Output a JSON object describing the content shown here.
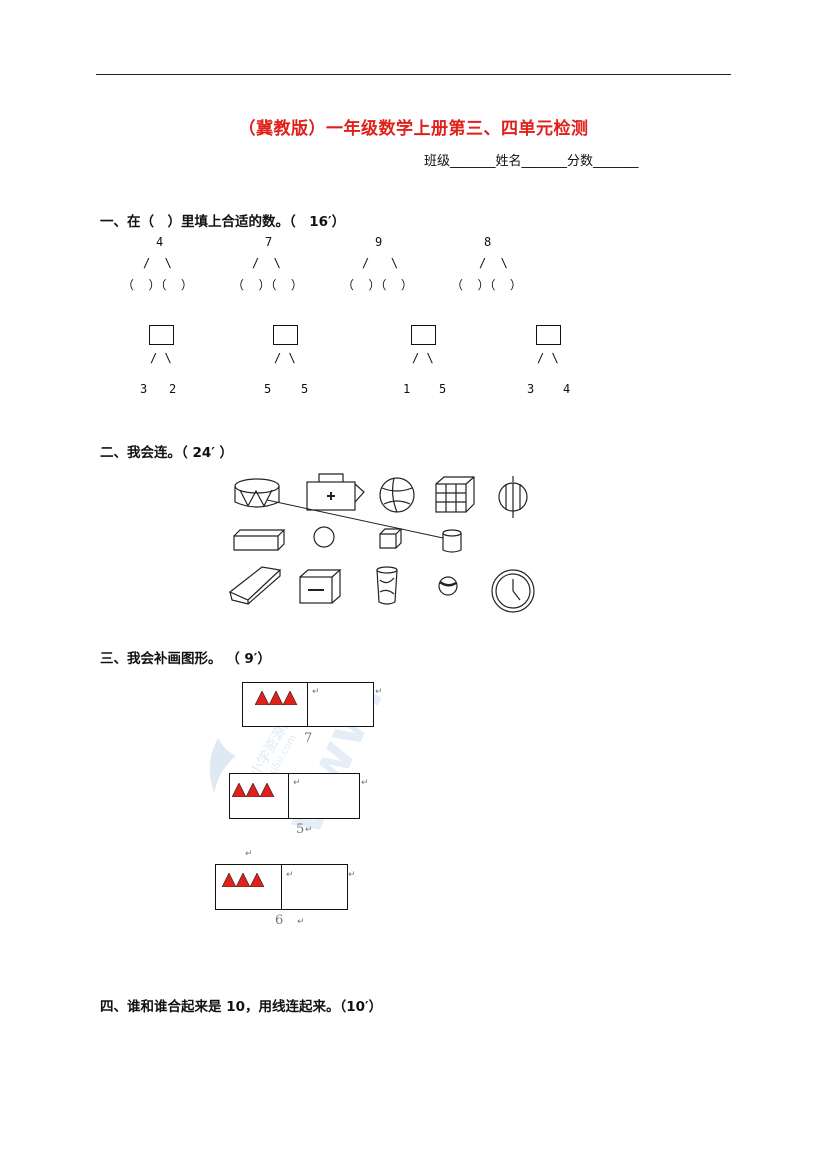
{
  "header": {
    "title": "（冀教版）一年级数学上册第三、四单元检测",
    "info": "班级_______姓名_______分数_______"
  },
  "sections": {
    "s1": "一、在（　）里填上合适的数。（　16′）",
    "s2": "二、我会连。（ 24′ ）",
    "s3": "三、我会补画图形。 （ 9′）",
    "s4": "四、谁和谁合起来是 10，用线连起来。（10′）"
  },
  "q1": {
    "tops": [
      "4",
      "7",
      "9",
      "8"
    ],
    "branches": [
      "/  \\",
      "/  \\",
      "/   \\",
      "/  \\"
    ],
    "blanks": [
      "（  ）（  ）",
      "（  ）（  ）",
      "（  ）（  ）",
      "（  ）（  ）"
    ],
    "box_branch": "/ \\",
    "bottoms": [
      [
        "3",
        "2"
      ],
      [
        "5",
        "5"
      ],
      [
        "1",
        "5"
      ],
      [
        "3",
        "4"
      ]
    ]
  },
  "q3": {
    "captions": [
      "7",
      "5",
      "6"
    ],
    "return_mark": "↵"
  },
  "watermark": {
    "site_cn": "小学资源网",
    "site_en": "www.xj5u.com"
  }
}
